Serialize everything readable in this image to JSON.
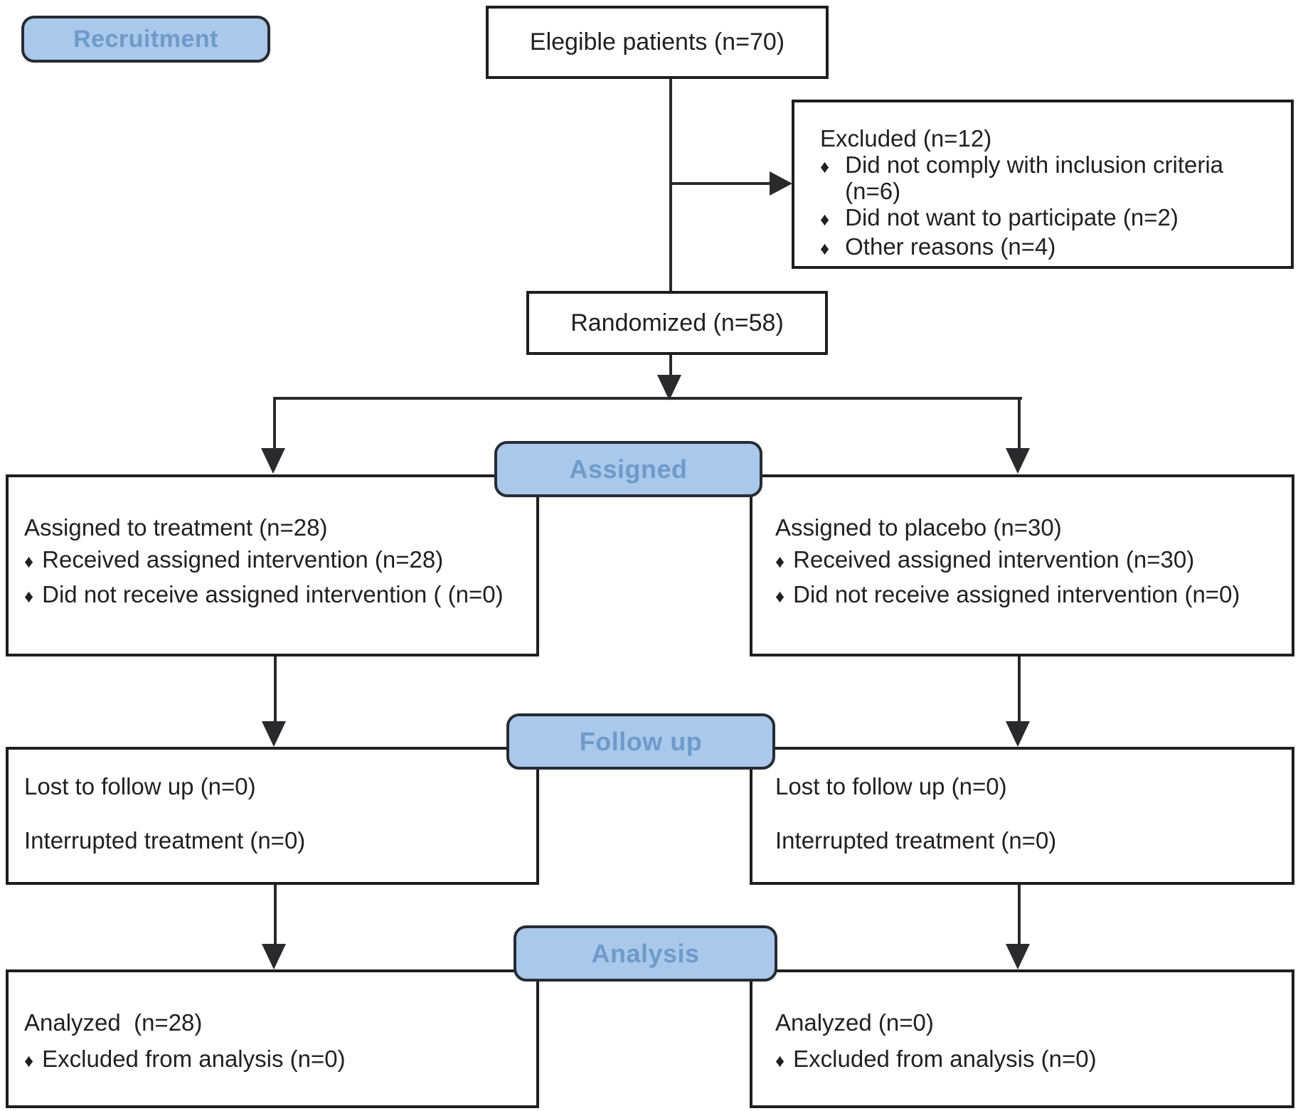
{
  "figure": {
    "stage_labels": {
      "recruitment": "Recruitment",
      "assigned": "Assigned",
      "followup": "Follow up",
      "analysis": "Analysis"
    },
    "eligible": {
      "label": "Elegible patients (n=70)"
    },
    "excluded": {
      "title": "Excluded (n=12)",
      "bullets": [
        "Did not comply with inclusion criteria (n=6)",
        "Did not want to participate (n=2)",
        "Other reasons (n=4)"
      ]
    },
    "randomized": {
      "label": "Randomized (n=58)"
    },
    "treatment_arm": {
      "title": "Assigned to treatment (n=28)",
      "bullets": [
        "Received assigned intervention (n=28)",
        "Did not receive assigned intervention ( (n=0)"
      ]
    },
    "placebo_arm": {
      "title": "Assigned to placebo (n=30)",
      "bullets": [
        "Received assigned intervention (n=30)",
        "Did not receive assigned intervention (n=0)"
      ]
    },
    "followup_treatment": {
      "lines": [
        "Lost to follow up (n=0)",
        "Interrupted treatment (n=0)"
      ]
    },
    "followup_placebo": {
      "lines": [
        "Lost to follow up (n=0)",
        "Interrupted treatment (n=0)"
      ]
    },
    "analysis_treatment": {
      "title": "Analyzed  (n=28)",
      "bullets": [
        "Excluded from analysis (n=0)"
      ]
    },
    "analysis_placebo": {
      "title": "Analyzed (n=0)",
      "bullets": [
        "Excluded from analysis (n=0)"
      ]
    }
  },
  "glyphs": {
    "bullet": "♦"
  },
  "palette": {
    "background": "#ffffff",
    "box_border": "#1e1e21",
    "line": "#2a2a2d",
    "text": "#231f20",
    "pill_fill": "#a9c8ea",
    "pill_border": "#272b33",
    "pill_text": "#6d9bca"
  }
}
